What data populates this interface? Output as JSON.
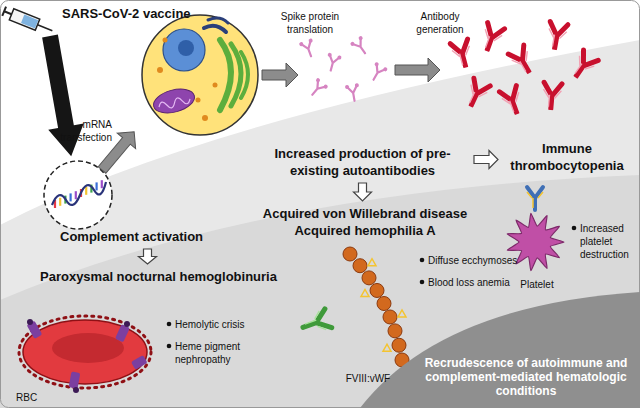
{
  "diagram": {
    "nodes": [
      {
        "text": [
          "Increased production of pre-existing autoantibodies"
        ]
      },
      {
        "text": [
          "Immune thrombocytopenia"
        ]
      },
      {
        "text": [
          "Acquired von Willebrand disease",
          "Acquired hemophilia A"
        ]
      },
      {
        "text": [
          "Complement activation"
        ]
      },
      {
        "text": [
          "Paroxysmal nocturnal hemoglobinuria"
        ]
      },
      {
        "text": [
          "Recrudescence of autoimmune and complement-mediated hematologic conditions"
        ]
      }
    ],
    "edges": [
      {
        "from": 0,
        "to": 1,
        "arrow": "to"
      },
      {
        "from": 0,
        "to": 2,
        "arrow": "to"
      },
      {
        "from": 3,
        "to": 4,
        "arrow": "to"
      }
    ],
    "labels": [
      "SARS-CoV-2 vaccine",
      "Spike protein translation",
      "Antibody generation",
      "mRNA transfection",
      "Increased platelet destruction",
      "Platelet",
      "Diffuse ecchymoses",
      "Blood loss anemia",
      "Hemolytic crisis",
      "Heme pigment nephropathy",
      "RBC",
      "FVIII:vWF"
    ]
  }
}
